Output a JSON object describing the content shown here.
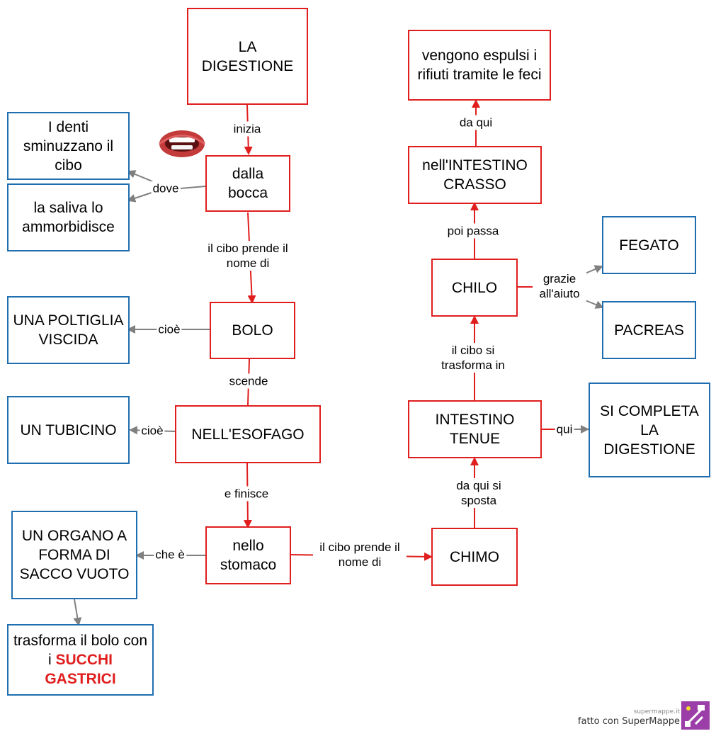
{
  "nodes": {
    "digestione": "LA DIGESTIONE",
    "bocca": "dalla bocca",
    "denti": "I denti sminuzzano il cibo",
    "saliva": "la saliva lo ammorbidisce",
    "bolo": "BOLO",
    "poltiglia": "UNA POLTIGLIA VISCIDA",
    "esofago": "NELL'ESOFAGO",
    "tubicino": "UN TUBICINO",
    "stomaco": "nello stomaco",
    "organo": "UN ORGANO A FORMA DI SACCO VUOTO",
    "trasforma_prefix": "trasforma il bolo con i",
    "trasforma_highlight": "SUCCHI GASTRICI",
    "chimo": "CHIMO",
    "tenue": "INTESTINO TENUE",
    "completa": "SI COMPLETA LA DIGESTIONE",
    "chilo": "CHILO",
    "fegato": "FEGATO",
    "pancreas": "PACREAS",
    "crasso": "nell'INTESTINO CRASSO",
    "espulsi": "vengono espulsi i rifiuti tramite le feci"
  },
  "labels": {
    "inizia": "inizia",
    "dove": "dove",
    "nome_bolo": "il cibo prende il nome di",
    "cioe1": "cioè",
    "scende": "scende",
    "cioe2": "cioè",
    "finisce": "e finisce",
    "che_e": "che è",
    "nome_chimo": "il cibo prende il nome di",
    "si_sposta": "da qui si sposta",
    "qui": "qui",
    "trasforma_in": "il cibo si trasforma in",
    "grazie": "grazie all'aiuto",
    "poi_passa": "poi passa",
    "da_qui": "da qui"
  },
  "footer": {
    "site": "supermappe.it",
    "credit": "fatto con SuperMappe"
  },
  "colors": {
    "red": "#e01e1e",
    "blue": "#1f6fb0",
    "grey_arrow": "#808080"
  },
  "icons": [
    "mouth-icon",
    "supermappe-logo-icon"
  ]
}
